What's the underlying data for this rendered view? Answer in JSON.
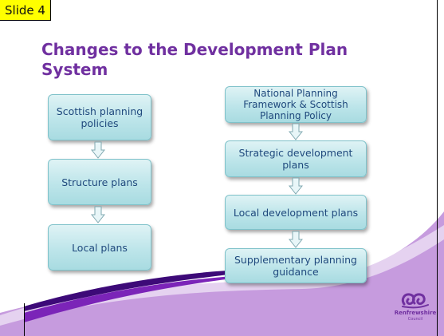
{
  "slide": {
    "label": "Slide 4",
    "title": "Changes to the Development Plan System"
  },
  "left_column": [
    {
      "text": "Scottish planning policies"
    },
    {
      "text": "Structure plans"
    },
    {
      "text": "Local plans"
    }
  ],
  "right_column": [
    {
      "text": "National Planning Framework & Scottish Planning Policy"
    },
    {
      "text": "Strategic development plans"
    },
    {
      "text": "Local development plans"
    },
    {
      "text": "Supplementary planning guidance"
    }
  ],
  "logo": {
    "name": "Renfrewshire",
    "sub": "Council"
  },
  "colors": {
    "title": "#7030a0",
    "label_bg": "#ffff00",
    "box_fill": "#bde5ea",
    "box_text": "#1f497d",
    "wave_purple": "#7030a0",
    "wave_lilac": "#b97fd6"
  }
}
